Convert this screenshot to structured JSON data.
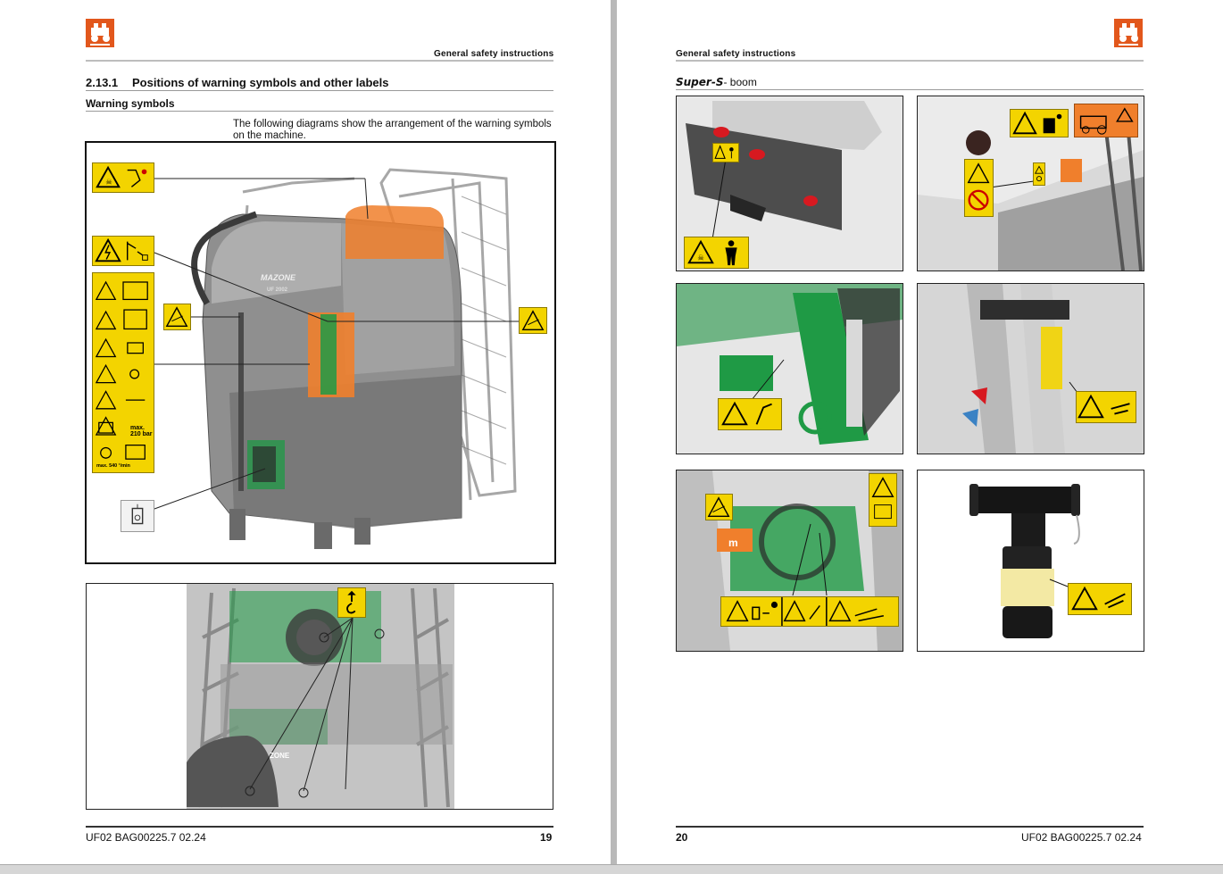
{
  "left_page": {
    "header": {
      "title": "General safety instructions",
      "logo_icon": "amazone-logo-icon"
    },
    "section": {
      "number": "2.13.1",
      "title": "Positions of warning symbols and other labels"
    },
    "subsection": "Warning symbols",
    "intro_text": "The following diagrams show the arrangement of the warning symbols on the machine.",
    "labels": {
      "pressure": "max. 210 bar",
      "pto": "max. 540 ¹/min"
    },
    "figure1_machine_text": "MAZONE",
    "figure1_model_text": "UF 2002",
    "figure2_machine_text": "ZONE",
    "footer": {
      "doc": "UF02  BAG00225.7  02.24",
      "page": "19"
    }
  },
  "right_page": {
    "header": {
      "title": "General safety instructions",
      "logo_icon": "amazone-logo-icon"
    },
    "boom_title_bold": "Super-S",
    "boom_title_rest": "- boom",
    "photo_texts": {
      "panel5_m": "m"
    },
    "footer": {
      "page": "20",
      "doc": "UF02  BAG00225.7  02.24"
    }
  },
  "colors": {
    "brand_orange": "#e2571c",
    "warning_yellow": "#f3d400",
    "machine_green": "#1f9a45",
    "tank_orange": "#f07f2c"
  }
}
